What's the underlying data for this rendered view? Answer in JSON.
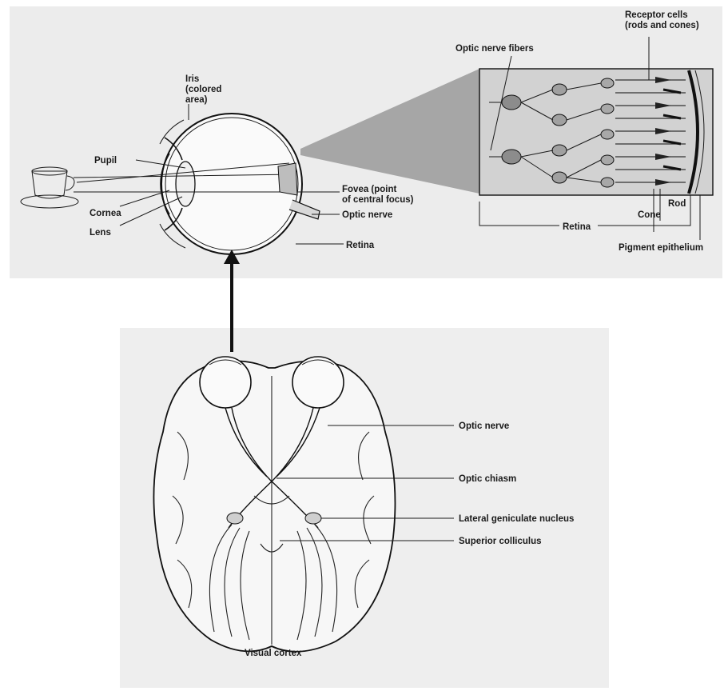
{
  "eye_labels": {
    "iris": [
      "Iris",
      "(colored",
      "area)"
    ],
    "pupil": "Pupil",
    "cornea": "Cornea",
    "lens": "Lens",
    "fovea": [
      "Fovea (point",
      "of central focus)"
    ],
    "optic_nerve": "Optic nerve",
    "retina": "Retina"
  },
  "retina_labels": {
    "receptor_cells": [
      "Receptor cells",
      "(rods and cones)"
    ],
    "optic_nerve_fibers": "Optic nerve fibers",
    "rod": "Rod",
    "cone": "Cone",
    "retina": "Retina",
    "pigment_epithelium": "Pigment epithelium"
  },
  "brain_labels": {
    "optic_nerve": "Optic nerve",
    "optic_chiasm": "Optic chiasm",
    "lateral_geniculate_nucleus": "Lateral geniculate nucleus",
    "superior_colliculus": "Superior colliculus",
    "visual_cortex": "Visual cortex"
  },
  "colors": {
    "background": "#ffffff",
    "panel_gray": "#e6e6e6",
    "retina_fill": "#9a9a9a",
    "ink": "#1a1a1a"
  }
}
